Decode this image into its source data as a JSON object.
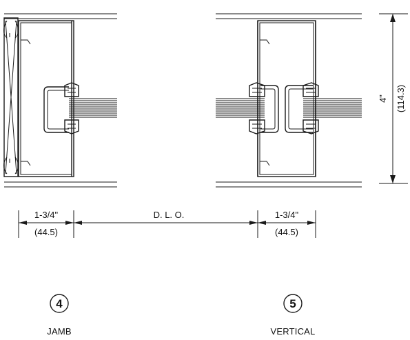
{
  "details": [
    {
      "number": "4",
      "caption": "JAMB",
      "depth_dimension": {
        "imperial": "1-3/4\"",
        "metric": "(44.5)"
      }
    },
    {
      "number": "5",
      "caption": "VERTICAL",
      "depth_dimension": {
        "imperial": "1-3/4\"",
        "metric": "(44.5)"
      }
    }
  ],
  "dlo_label": "D. L. O.",
  "height_dimension": {
    "imperial": "4\"",
    "metric": "(114.3)"
  }
}
